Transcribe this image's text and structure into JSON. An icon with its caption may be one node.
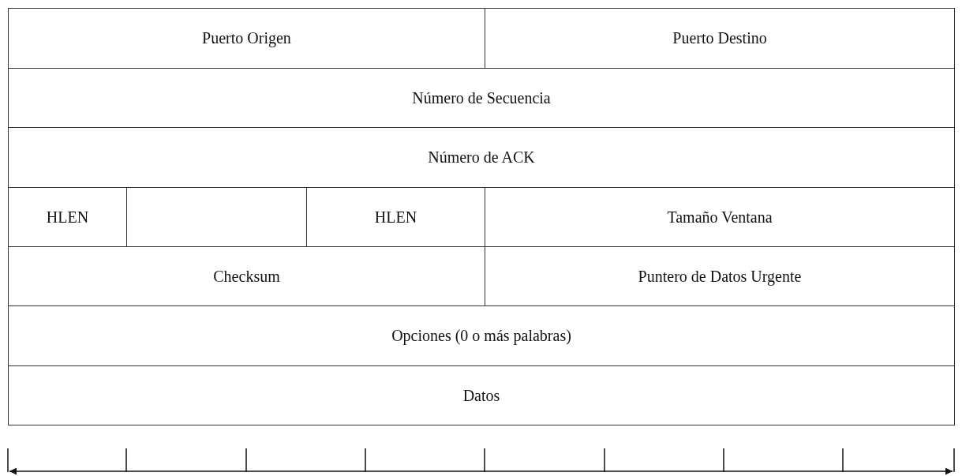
{
  "diagram": {
    "nodes": [
      {
        "text": [
          "Puerto Origen"
        ]
      },
      {
        "text": [
          "Puerto Destino"
        ]
      },
      {
        "text": [
          "Número de Secuencia"
        ]
      },
      {
        "text": [
          "Número de ACK"
        ]
      },
      {
        "text": [
          "HLEN"
        ]
      },
      {
        "text": [],
        "shape": "box"
      },
      {
        "text": [
          "HLEN"
        ]
      },
      {
        "text": [
          "Tamaño Ventana"
        ]
      },
      {
        "text": [
          "Checksum"
        ]
      },
      {
        "text": [
          "Puntero de Datos Urgente"
        ]
      },
      {
        "text": [
          "Opciones (0 o más palabras)"
        ]
      },
      {
        "text": [
          "Datos"
        ]
      }
    ]
  }
}
